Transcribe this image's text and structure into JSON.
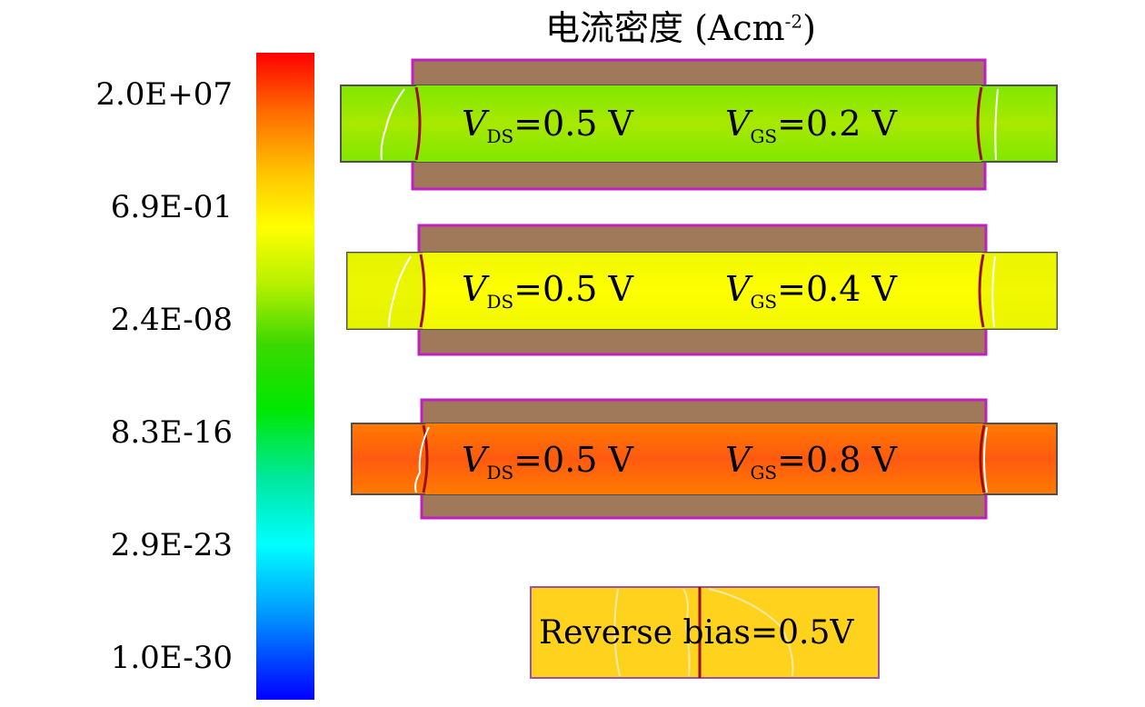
{
  "title": {
    "text": "电流密度 (Acm",
    "superscript": "-2",
    "close": ")"
  },
  "colorbar": {
    "ticks": [
      "2.0E+07",
      "6.9E-01",
      "2.4E-08",
      "8.3E-16",
      "2.9E-23",
      "1.0E-30"
    ],
    "colors_top_to_bottom": [
      "#ff0000",
      "#ff6a00",
      "#ffc800",
      "#ffff00",
      "#b4f000",
      "#3cd800",
      "#00e800",
      "#00e8a0",
      "#00ffff",
      "#00a0ff",
      "#0000ff"
    ]
  },
  "devices": [
    {
      "vds_label": "V",
      "vds_sub": "DS",
      "vds_value": "=0.5 V",
      "vgs_label": "V",
      "vgs_sub": "GS",
      "vgs_value": "=0.2 V",
      "fill": "#80e800",
      "core": "#9ae600"
    },
    {
      "vds_label": "V",
      "vds_sub": "DS",
      "vds_value": "=0.5 V",
      "vgs_label": "V",
      "vgs_sub": "GS",
      "vgs_value": "=0.4 V",
      "fill": "#e0f000",
      "core": "#ffff00"
    },
    {
      "vds_label": "V",
      "vds_sub": "DS",
      "vds_value": "=0.5 V",
      "vgs_label": "V",
      "vgs_sub": "GS",
      "vgs_value": "=0.8 V",
      "fill": "#ff7a00",
      "core": "#ff5a10"
    }
  ],
  "reverse": {
    "label": "Reverse bias=0.5V",
    "fill": "#ffd21e"
  },
  "colors": {
    "gate_oxide": "#a0785a",
    "gate_outline": "#c020c0",
    "boundary": "#9a1010"
  }
}
